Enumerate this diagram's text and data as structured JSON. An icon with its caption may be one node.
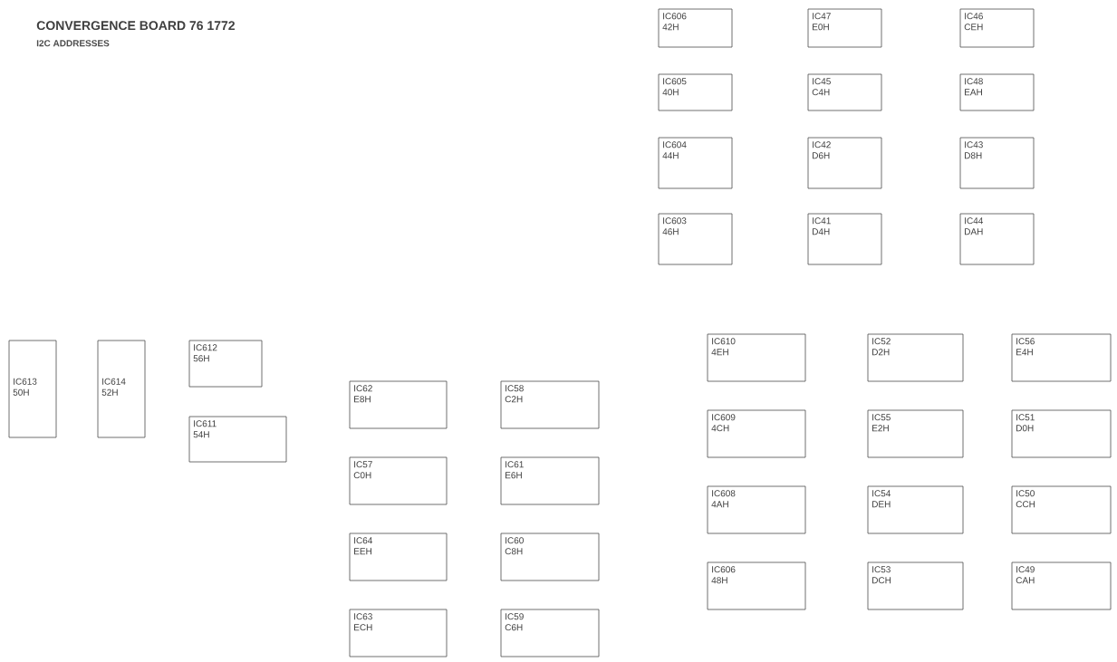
{
  "diagram": {
    "title": "CONVERGENCE BOARD 76 1772",
    "nodes": [
      {
        "text": [
          "IC606",
          "42H"
        ]
      },
      {
        "text": [
          "IC47",
          "E0H"
        ]
      },
      {
        "text": [
          "IC46",
          "CEH"
        ]
      },
      {
        "text": [
          "IC605",
          "40H"
        ]
      },
      {
        "text": [
          "IC45",
          "C4H"
        ]
      },
      {
        "text": [
          "IC48",
          "EAH"
        ]
      },
      {
        "text": [
          "IC604",
          "44H"
        ]
      },
      {
        "text": [
          "IC42",
          "D6H"
        ]
      },
      {
        "text": [
          "IC43",
          "D8H"
        ]
      },
      {
        "text": [
          "IC603",
          "46H"
        ]
      },
      {
        "text": [
          "IC41",
          "D4H"
        ]
      },
      {
        "text": [
          "IC44",
          "DAH"
        ]
      },
      {
        "text": [
          "IC613",
          "50H"
        ]
      },
      {
        "text": [
          "IC614",
          "52H"
        ]
      },
      {
        "text": [
          "IC612",
          "56H"
        ]
      },
      {
        "text": [
          "IC611",
          "54H"
        ]
      },
      {
        "text": [
          "IC62",
          "E8H"
        ]
      },
      {
        "text": [
          "IC58",
          "C2H"
        ]
      },
      {
        "text": [
          "IC57",
          "C0H"
        ]
      },
      {
        "text": [
          "IC61",
          "E6H"
        ]
      },
      {
        "text": [
          "IC64",
          "EEH"
        ]
      },
      {
        "text": [
          "IC60",
          "C8H"
        ]
      },
      {
        "text": [
          "IC63",
          "ECH"
        ]
      },
      {
        "text": [
          "IC59",
          "C6H"
        ]
      },
      {
        "text": [
          "IC610",
          "4EH"
        ]
      },
      {
        "text": [
          "IC52",
          "D2H"
        ]
      },
      {
        "text": [
          "IC56",
          "E4H"
        ]
      },
      {
        "text": [
          "IC609",
          "4CH"
        ]
      },
      {
        "text": [
          "IC55",
          "E2H"
        ]
      },
      {
        "text": [
          "IC51",
          "D0H"
        ]
      },
      {
        "text": [
          "IC608",
          "4AH"
        ]
      },
      {
        "text": [
          "IC54",
          "DEH"
        ]
      },
      {
        "text": [
          "IC50",
          "CCH"
        ]
      },
      {
        "text": [
          "IC606",
          "48H"
        ]
      },
      {
        "text": [
          "IC53",
          "DCH"
        ]
      },
      {
        "text": [
          "IC49",
          "CAH"
        ]
      }
    ],
    "labels": [
      "I2C ADDRESSES"
    ]
  }
}
